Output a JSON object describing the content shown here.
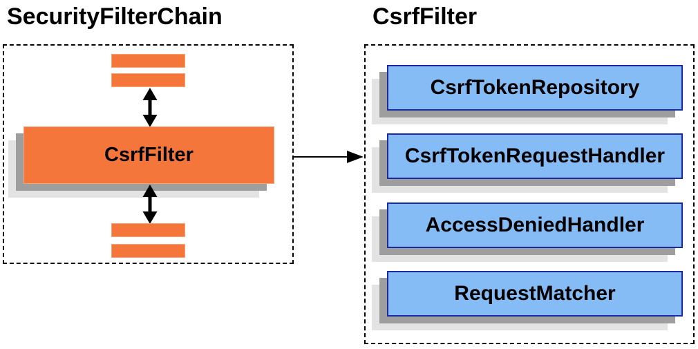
{
  "diagram": {
    "left_panel": {
      "title": "SecurityFilterChain",
      "main_filter_label": "CsrfFilter"
    },
    "right_panel": {
      "title": "CsrfFilter",
      "components": [
        {
          "label": "CsrfTokenRepository"
        },
        {
          "label": "CsrfTokenRequestHandler"
        },
        {
          "label": "AccessDeniedHandler"
        },
        {
          "label": "RequestMatcher"
        }
      ]
    },
    "colors": {
      "filter_orange_fill": "#F4763B",
      "filter_orange_border": "#F8A173",
      "component_blue_fill": "#85BCF6",
      "component_blue_border": "#1A2AA3",
      "shadow_dark": "#9E9E9E",
      "shadow_light": "#E3E3E3",
      "line_black": "#000000",
      "title_text": "#000000"
    }
  }
}
